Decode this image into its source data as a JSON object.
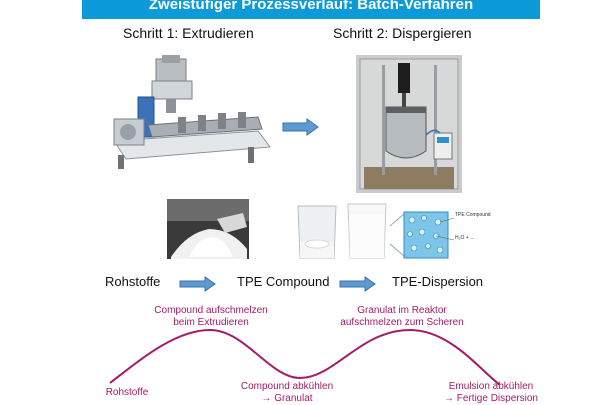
{
  "banner": {
    "title": "Zweistufiger Prozessverlauf: Batch-Verfahren"
  },
  "steps": [
    {
      "label": "Schritt 1: Extrudieren"
    },
    {
      "label": "Schritt 2: Dispergieren"
    }
  ],
  "images": {
    "dispersion_diagram": {
      "tpe_label": "TPE Compound",
      "water_label": "H₂O + ..."
    }
  },
  "flow": {
    "items": [
      "Rohstoffe",
      "TPE Compound",
      "TPE-Dispersion"
    ]
  },
  "process_curve": {
    "peaks": [
      {
        "line1": "Compound aufschmelzen",
        "line2": "beim Extrudieren"
      },
      {
        "line1": "Granulat im Reaktor",
        "line2": "aufschmelzen zum Scheren"
      }
    ],
    "valleys": [
      {
        "line1": "Rohstoffe"
      },
      {
        "line1": "Compound abkühlen",
        "line2": "→ Granulat"
      },
      {
        "line1": "Emulsion abkühlen",
        "line2": "→ Fertige Dispersion"
      }
    ]
  },
  "colors": {
    "banner": "#0c9ad8",
    "arrow_fill": "#5b9bd5",
    "curve": "#a51b67"
  }
}
